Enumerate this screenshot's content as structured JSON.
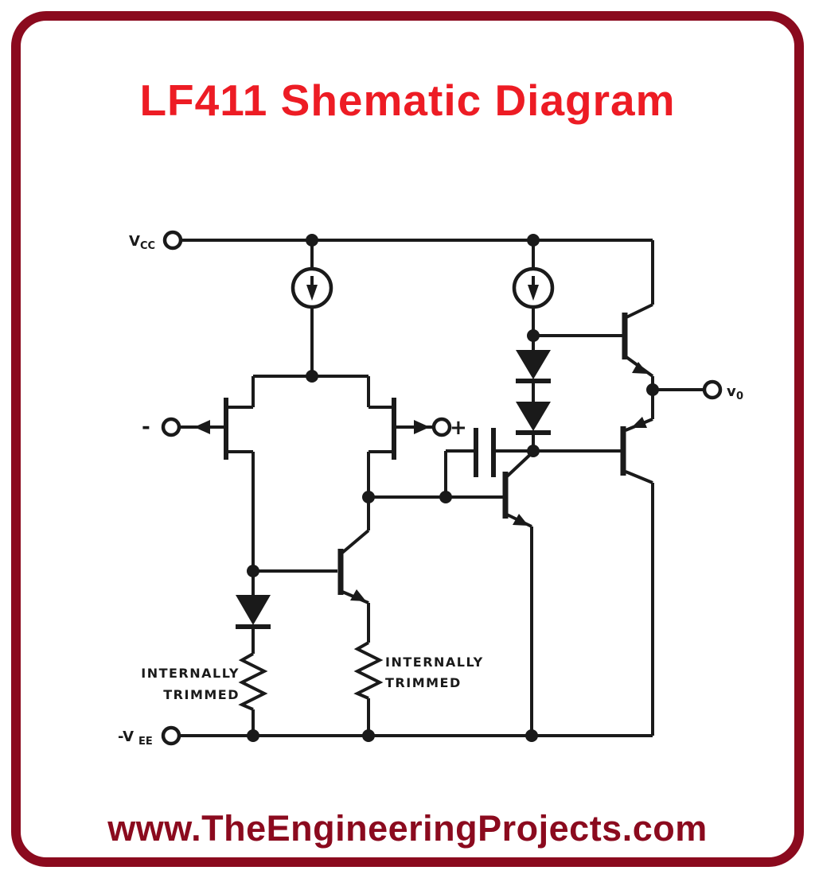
{
  "page": {
    "title": "LF411 Shematic Diagram",
    "footer": "www.TheEngineeringProjects.com",
    "colors": {
      "title_red": "#ED1C24",
      "frame_maroon": "#8B0A1E",
      "ink_black": "#1a1a1a",
      "background": "#ffffff"
    }
  },
  "schematic": {
    "type": "circuit-diagram",
    "subject": "LF411 operational amplifier internal schematic",
    "labels": {
      "vcc": {
        "main": "V",
        "sub": "CC"
      },
      "vee": {
        "main": "-V",
        "sub": "EE"
      },
      "vout": {
        "main": "v",
        "sub": "0"
      },
      "inverting_input": "-",
      "noninverting_input": "+",
      "trim_left": {
        "line1": "INTERNALLY",
        "line2": "TRIMMED"
      },
      "trim_right": {
        "line1": "INTERNALLY",
        "line2": "TRIMMED"
      }
    },
    "components": [
      "current-source x2",
      "jfet-input-pair x2",
      "diode x3",
      "internally-trimmed-resistor x2",
      "npn-transistor x3",
      "pnp-transistor x1",
      "compensation-capacitor x1"
    ]
  }
}
